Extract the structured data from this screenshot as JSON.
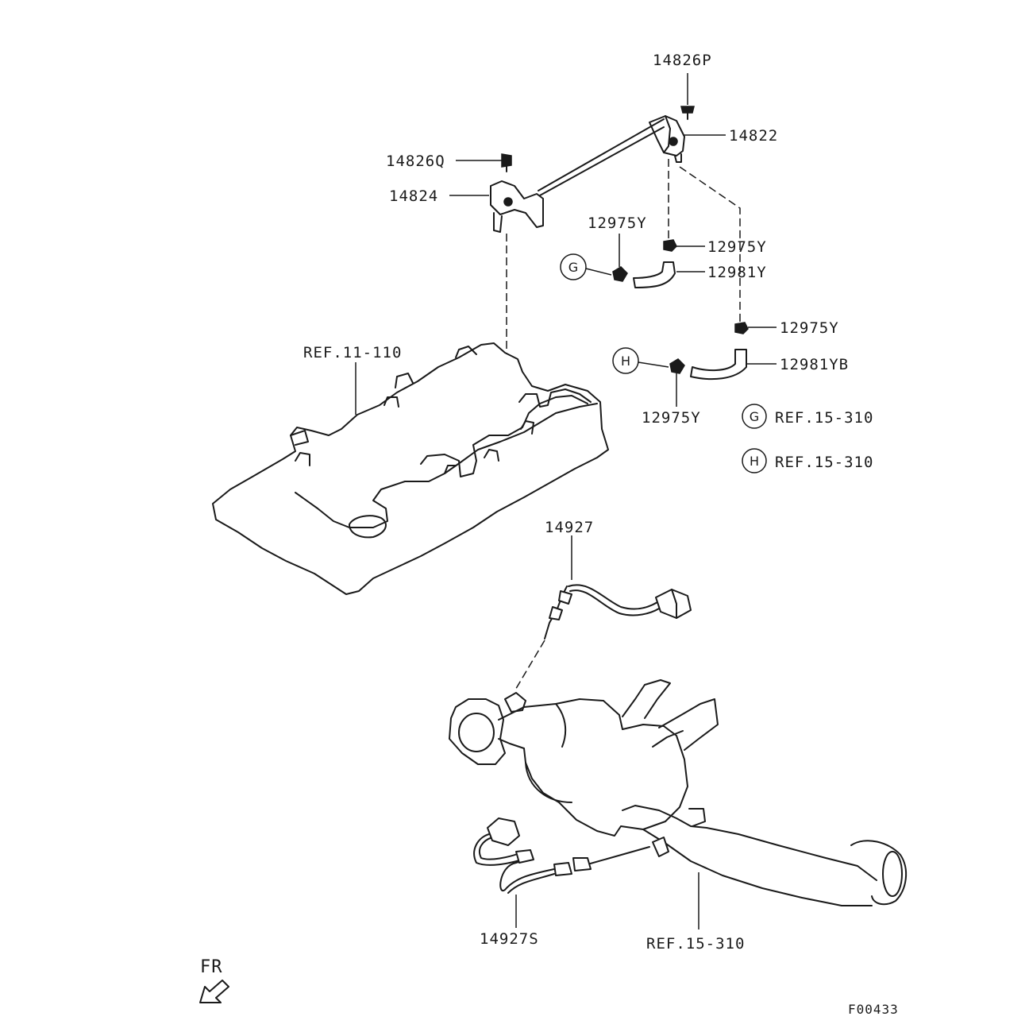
{
  "labels": {
    "p14826P": "14826P",
    "p14822": "14822",
    "p14826Q": "14826Q",
    "p14824": "14824",
    "p12975Y_a": "12975Y",
    "p12975Y_b": "12975Y",
    "p12981Y": "12981Y",
    "p12975Y_c": "12975Y",
    "p12981YB": "12981YB",
    "p12975Y_d": "12975Y",
    "ref_11_110": "REF.11-110",
    "ref_g": "REF.15-310",
    "ref_h": "REF.15-310",
    "p14927": "14927",
    "p14927S": "14927S",
    "ref_15_310_bottom": "REF.15-310",
    "fr": "FR",
    "figure_code": "F00433"
  },
  "callouts": {
    "g": "G",
    "h": "H"
  }
}
